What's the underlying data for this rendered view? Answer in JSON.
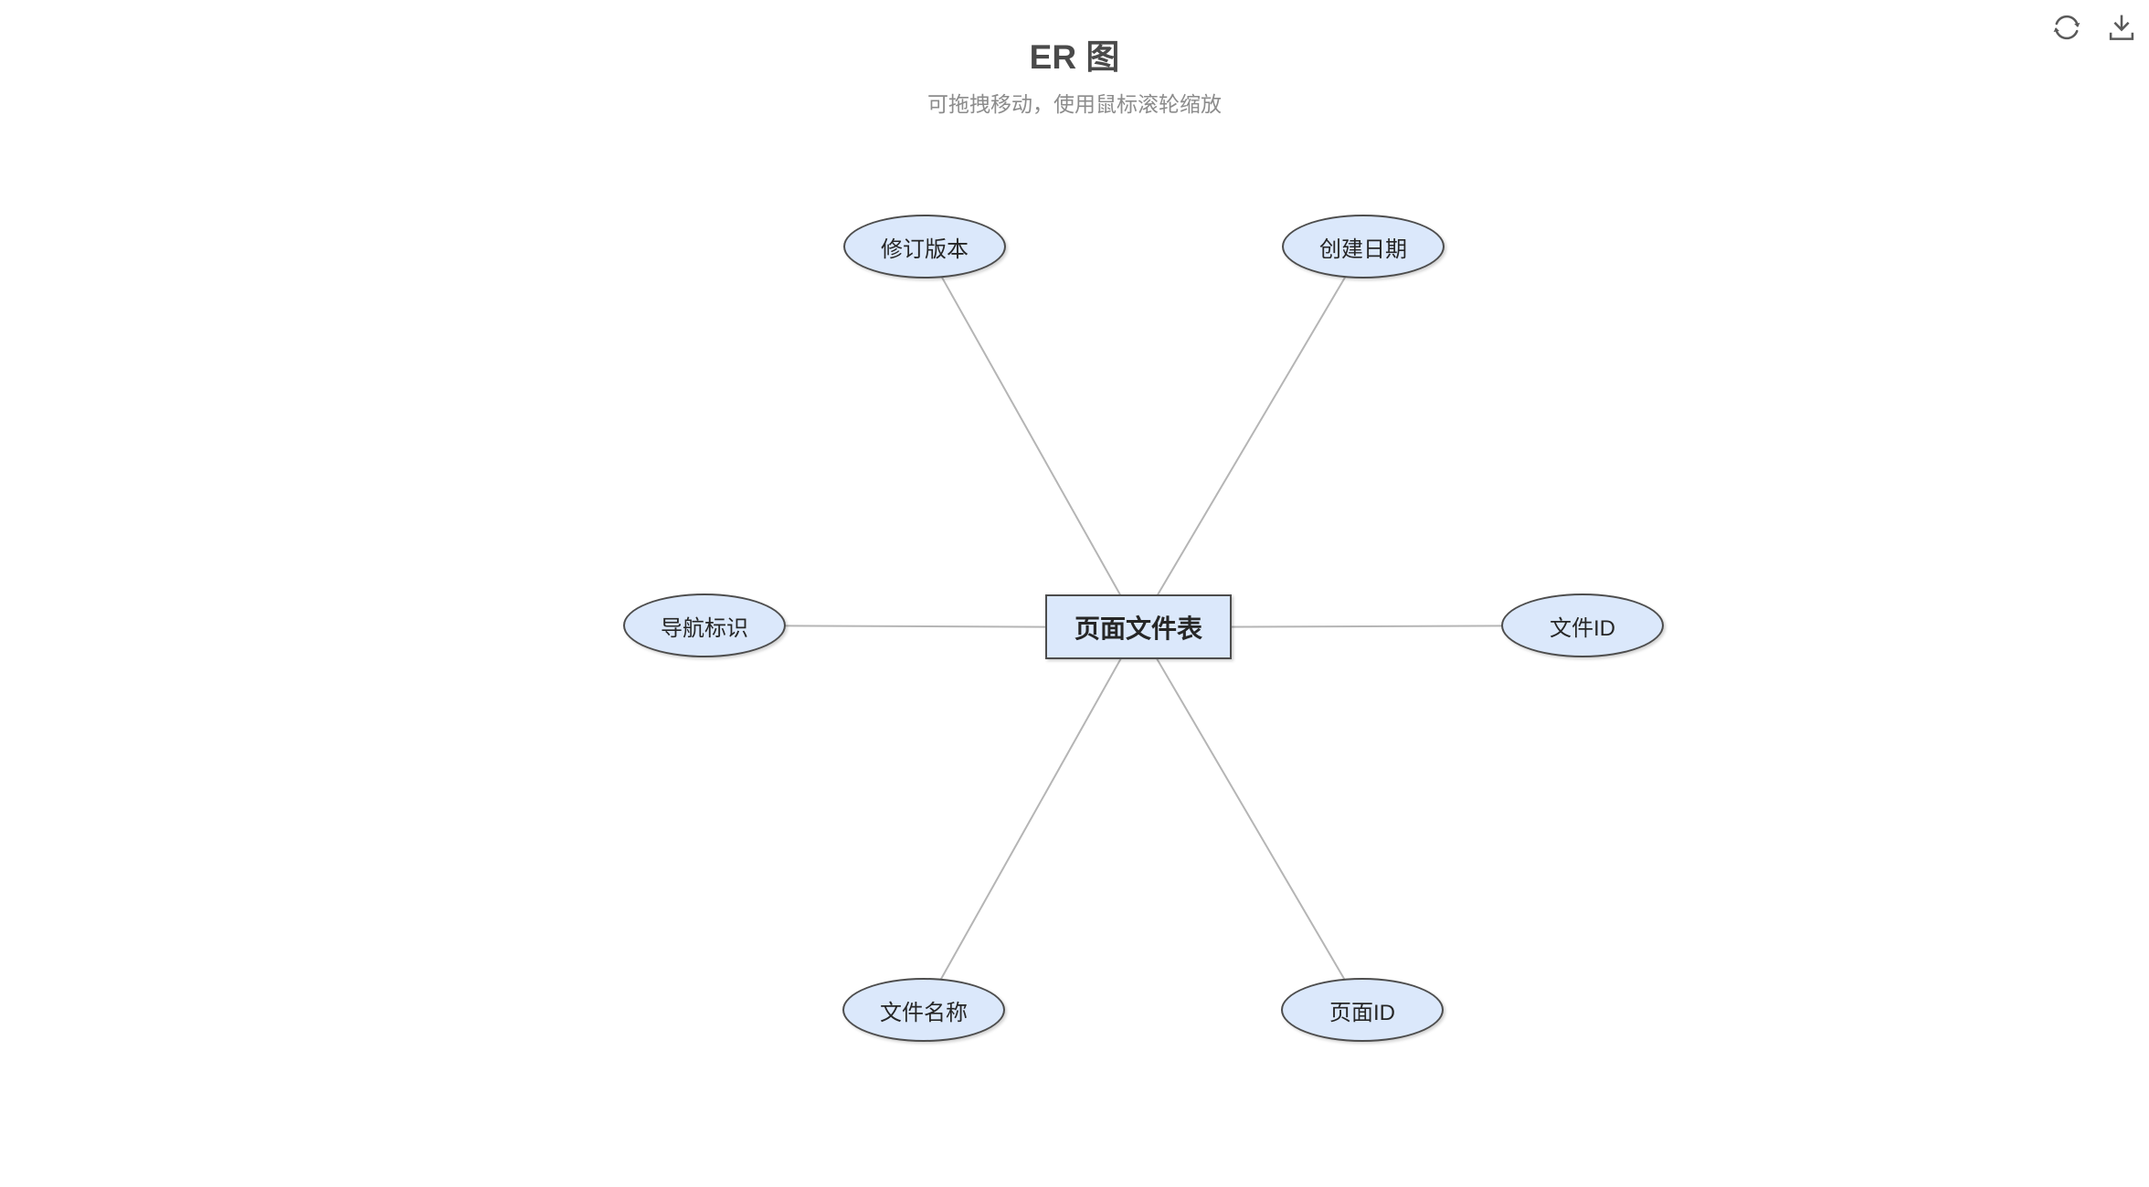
{
  "header": {
    "title": "ER 图",
    "subtitle": "可拖拽移动，使用鼠标滚轮缩放"
  },
  "toolbar": {
    "refresh_icon": "refresh",
    "download_icon": "download"
  },
  "diagram": {
    "entity": {
      "label": "页面文件表",
      "shape": "rectangle"
    },
    "attributes": [
      {
        "label": "修订版本",
        "position": "top-left"
      },
      {
        "label": "创建日期",
        "position": "top-right"
      },
      {
        "label": "导航标识",
        "position": "left"
      },
      {
        "label": "文件ID",
        "position": "right"
      },
      {
        "label": "文件名称",
        "position": "bottom-left"
      },
      {
        "label": "页面ID",
        "position": "bottom-right"
      }
    ],
    "colors": {
      "node_fill": "#dbe8fb",
      "node_border": "#4d4d4d",
      "node_text": "#262626",
      "edge": "#b5b5b5"
    }
  }
}
